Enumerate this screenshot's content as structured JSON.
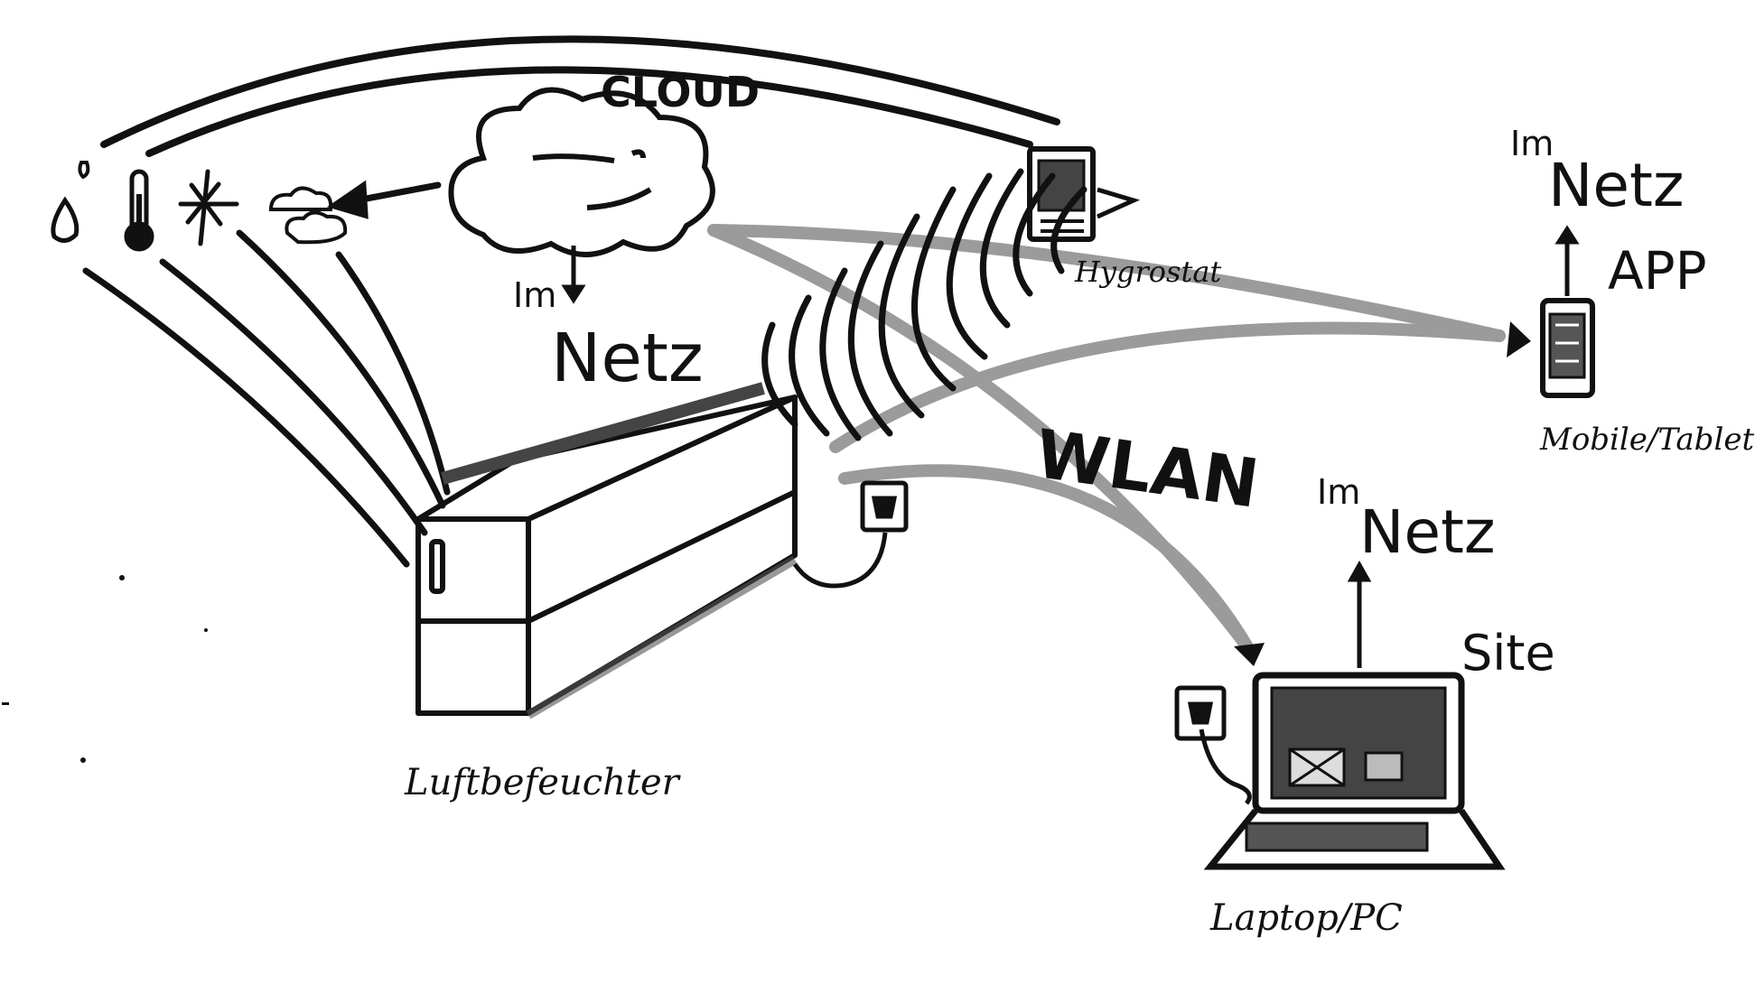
{
  "labels": {
    "cloud": "CLOUD",
    "im_netz_prefix": "Im",
    "im_netz_word": "Netz",
    "hygrostat": "Hygrostat",
    "wlan": "WLAN",
    "app": "APP",
    "mobile_tablet": "Mobile/Tablet",
    "site": "Site",
    "laptop_pc": "Laptop/PC",
    "luftbefeuchter": "Luftbefeuchter"
  },
  "icons": [
    "droplet-icon",
    "thermometer-icon",
    "sun-icon",
    "cloud-weather-icon",
    "cloud-icon",
    "hygrostat-icon",
    "mobile-icon",
    "laptop-icon",
    "power-socket-icon",
    "humidifier-icon"
  ],
  "colors": {
    "ink": "#111111",
    "gray": "#8a8a8a",
    "background": "#ffffff"
  }
}
